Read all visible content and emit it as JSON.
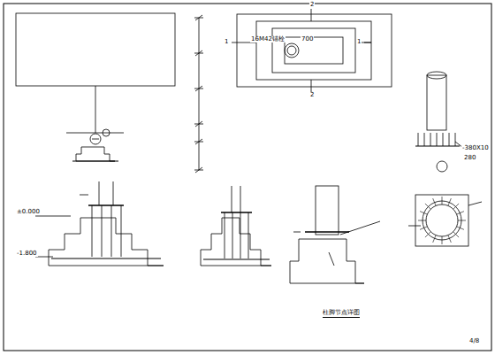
{
  "diagram": {
    "caption": "柱脚节点详图",
    "labels": [
      "2",
      "1",
      "1",
      "16M42锚栓",
      "700",
      "2",
      "-380X10",
      "280",
      "±0.000",
      "-1.800",
      "4/8"
    ]
  }
}
